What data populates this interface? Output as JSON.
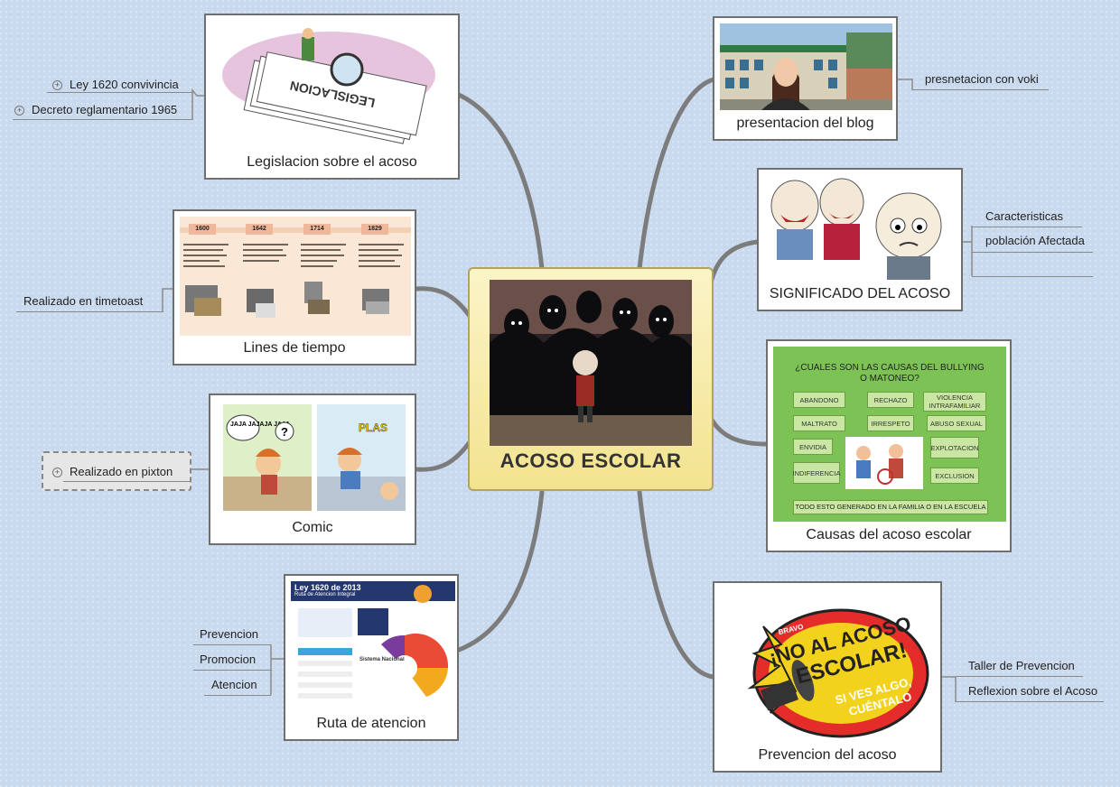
{
  "central": {
    "title": "ACOSO ESCOLAR"
  },
  "branches": {
    "legislacion": {
      "caption": "Legislacion sobre el acoso",
      "image_text": "LEGISLACION",
      "leaves": [
        "Ley 1620  convivincia",
        "Decreto reglamentario 1965"
      ]
    },
    "lineas": {
      "caption": "Lines de tiempo",
      "years": [
        "1600",
        "1642",
        "1714",
        "1829"
      ],
      "leaves": [
        "Realizado en  timetoast"
      ]
    },
    "comic": {
      "caption": "Comic",
      "bubble1": "JAJA JAJAJA JAJA",
      "bubble2": "?",
      "bubble3": "PLAS",
      "leaves": [
        "Realizado en  pixton"
      ]
    },
    "ruta": {
      "caption": "Ruta de atencion",
      "poster_title": "Ley 1620 de 2013",
      "poster_subtitle": "Ruta de Atencion Integral",
      "poster_label": "Sistema Nacional",
      "leaves": [
        "Prevencion",
        "Promocion",
        "Atencion"
      ]
    },
    "presentacion": {
      "caption": "presentacion del blog",
      "leaves": [
        "presnetacion con voki"
      ]
    },
    "significado": {
      "caption": "SIGNIFICADO DEL ACOSO",
      "leaves": [
        "Caracteristicas",
        "población Afectada",
        ""
      ]
    },
    "causas": {
      "caption": "Causas del acoso escolar",
      "poster_title": "¿CUALES SON LAS CAUSAS DEL BULLYING O MATONEO?",
      "items": [
        "ABANDONO",
        "RECHAZO",
        "VIOLENCIA INTRAFAMILIAR",
        "MALTRATO",
        "IRRESPETO",
        "ABUSO SEXUAL",
        "ENVIDIA",
        "EXPLOTACION",
        "INDIFERENCIA",
        "EXCLUSION"
      ],
      "footer": "TODO ESTO GENERADO EN LA FAMILIA O EN LA ESCUELA"
    },
    "prevencion": {
      "caption": "Prevencion del acoso",
      "badge_top": "BRAVO",
      "badge_main1": "¡NO AL ACOSO",
      "badge_main2": "ESCOLAR!",
      "badge_sub1": "SI VES ALGO,",
      "badge_sub2": "CUÉNTALO",
      "leaves": [
        "Taller de Prevencion",
        "Reflexion sobre el Acoso"
      ]
    }
  },
  "colors": {
    "background": "#c9d9ee",
    "connector": "#7c7c7c",
    "central_fill": "#f6e9a8"
  }
}
